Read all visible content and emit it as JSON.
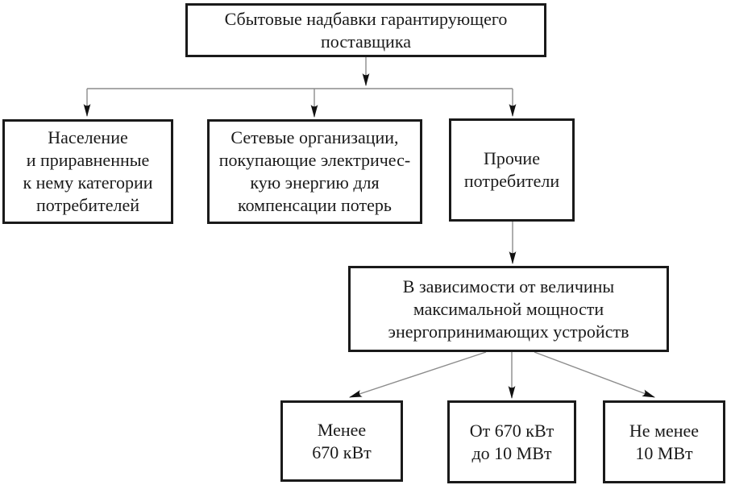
{
  "diagram": {
    "nodes": {
      "root": {
        "label": "Сбытовые надбавки гарантирующего\nпоставщика"
      },
      "population": {
        "label": "Население\nи приравненные\nк нему категории\nпотребителей"
      },
      "network_orgs": {
        "label": "Сетевые организации,\nпокупающие электричес-\nкую энергию для\nкомпенсации потерь"
      },
      "other_consumers": {
        "label": "Прочие\nпотребители"
      },
      "capacity_rule": {
        "label": "В зависимости от величины\nмаксимальной мощности\nэнергопринимающих устройств"
      },
      "below_670kw": {
        "label": "Менее\n670 кВт"
      },
      "from_670kw_to_10mw": {
        "label": "От 670 кВт\nдо 10 МВт"
      },
      "at_least_10mw": {
        "label": "Не менее\n10 МВт"
      }
    },
    "edges": [
      {
        "from": "root",
        "to": "population"
      },
      {
        "from": "root",
        "to": "network_orgs"
      },
      {
        "from": "root",
        "to": "other_consumers"
      },
      {
        "from": "other_consumers",
        "to": "capacity_rule"
      },
      {
        "from": "capacity_rule",
        "to": "below_670kw"
      },
      {
        "from": "capacity_rule",
        "to": "from_670kw_to_10mw"
      },
      {
        "from": "capacity_rule",
        "to": "at_least_10mw"
      }
    ],
    "colors": {
      "background": "#ffffff",
      "box_border": "#1a1a1a",
      "text": "#1a1a1a",
      "connector_line": "#8c8c8c",
      "arrowhead": "#111111"
    }
  }
}
